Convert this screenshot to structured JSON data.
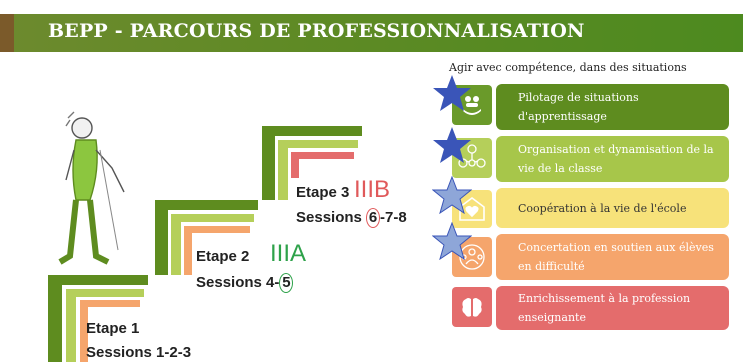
{
  "banner": {
    "title": "BEPP - PARCOURS DE PROFESSIONNALISATION"
  },
  "subtitle": "Agir avec compétence, dans des situations",
  "steps": [
    {
      "label": "Etape 1",
      "sessions": "Sessions 1-2-3"
    },
    {
      "label": "Etape 2",
      "roman": "IIIA",
      "sessions_prefix": "Sessions 4-",
      "sessions_circled": "5"
    },
    {
      "label": "Etape 3",
      "roman": "IIIB",
      "sessions_circled": "6",
      "sessions_suffix": "-7-8",
      "sessions_prefix": "Sessions "
    }
  ],
  "competences": [
    {
      "label": "Pilotage de situations d'apprentissage",
      "icon": "teacher-hand-icon",
      "color": "#5e8c1f",
      "text_color": "#ffffff",
      "starred": true
    },
    {
      "label": "Organisation et dynamisation de la vie de la classe",
      "icon": "group-network-icon",
      "color": "#a7c64a",
      "text_color": "#ffffff",
      "starred": true
    },
    {
      "label": "Coopération à la vie de l'école",
      "icon": "school-heart-icon",
      "color": "#f7e27a",
      "text_color": "#333333",
      "starred": true
    },
    {
      "label": "Concertation en soutien aux élèves en difficulté",
      "icon": "support-circle-icon",
      "color": "#f5a56c",
      "text_color": "#ffffff",
      "starred": true
    },
    {
      "label": "Enrichissement à la profession enseignante",
      "icon": "brain-gear-icon",
      "color": "#e46c6c",
      "text_color": "#ffffff",
      "starred": false
    }
  ],
  "colors": {
    "banner": "#5f8a25",
    "stair_dark": "#5e8c1f",
    "stair_light": "#b5cf5a",
    "stair_orange": "#f5a56c",
    "stair_red": "#e46c6c",
    "star": "#3a55b8",
    "star_light": "#8ea6d8"
  }
}
